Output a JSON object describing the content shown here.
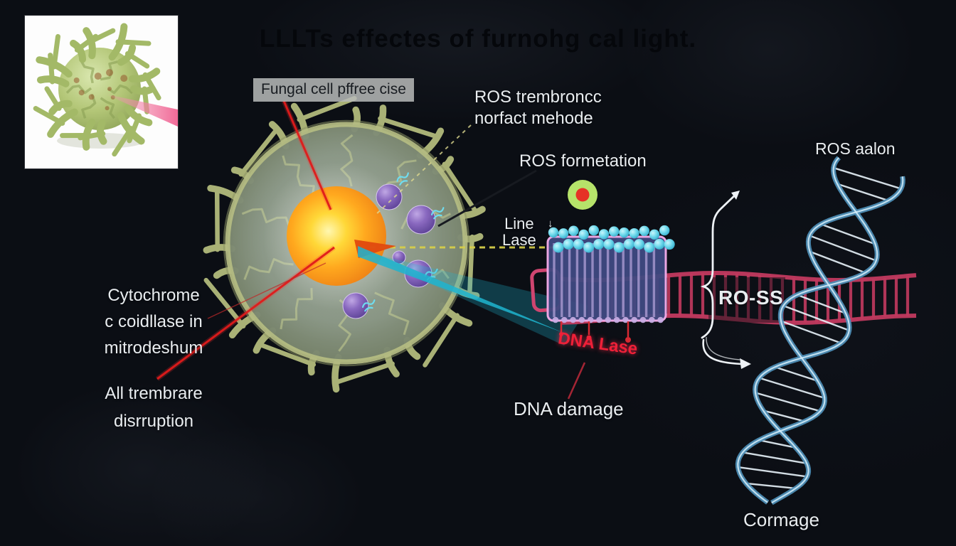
{
  "title": "LLLTs effectes of furnohg cal light.",
  "labels": {
    "fungal_cell": "Fungal cell pffree cise",
    "ros_membrane_line1": "ROS trembroncc",
    "ros_membrane_line2": "norfact mehode",
    "ros_formation": "ROS formetation",
    "line_lase_line1": "Line",
    "line_lase_arrow": "↓",
    "line_lase_line2": "Lase",
    "cytochrome_line1": "Cytochrome",
    "cytochrome_line2": "c coidllase in",
    "cytochrome_line3": "mitrodeshum",
    "membrane_disruption_line1": "All trembrare",
    "membrane_disruption_line2": "disrruption",
    "dna_lase": "DNA Lase",
    "dna_damage": "DNA damage",
    "ro_ss": "RO-SS",
    "ros_aalon": "ROS aalon",
    "cormage": "Cormage"
  },
  "colors": {
    "background": "#0b0e14",
    "cell_wall": "#a9b176",
    "nucleus_orange": "#f59b20",
    "nucleus_core": "#ffe93c",
    "organelle_purple": "#7a5cb0",
    "laser_red": "#e01b1b",
    "yellow_dash": "#d6ce4a",
    "teal_beam": "#1fb4cf",
    "membrane_pink": "#eba6e2",
    "band_crimson": "#c23a5f",
    "dna_blue": "#4e8fb8",
    "head_cyan": "#6fdcef",
    "ros_dot_green": "#b6e36a",
    "ros_dot_red": "#e63226",
    "label_bg_gray": "#b9bbba",
    "dna_lase_red": "#ef2038"
  }
}
